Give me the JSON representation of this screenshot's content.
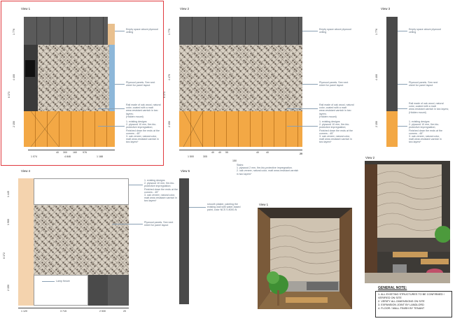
{
  "views": {
    "v1": {
      "title": "View 1"
    },
    "v2": {
      "title": "View 2"
    },
    "v3": {
      "title": "View 3"
    },
    "v4": {
      "title": "View 4"
    },
    "v5": {
      "title": "View 5"
    },
    "r1": {
      "title": "View 1"
    },
    "r2": {
      "title": "View 2"
    }
  },
  "notes": {
    "empty_space": "Empty space above plywood\nceiling",
    "plywood_panels": "Plywood panels. See next\nsheet for panel layout",
    "rail_wood": "Rail made of oak wood, natural\ncolor, coated with a matt\nwear-resistant varnish in two layers;\n(Hidden mount)",
    "existing_designs": "1. existing designs\n2. plywood 10 mm, fire-bio-\nprotective impregnation;\nFinished down the ends at the\ncorners - 45°\n3. oak veneer, natural color,\nmatt wear-resistant varnish in\ntwo layers*",
    "stairs": "Stairs:\n1. plywood 2 mm, fire-bio-protective impregnation.\n2. oak veneer, natural color, matt wear-resistant varnish in two layers*",
    "lamp_fixture": "Lamp fixture",
    "smooth_plaster": "smooth plaster, painting the\nexisting wall with water-based\npaint, color NCS S 8000-N"
  },
  "dims": {
    "v1_bottom": [
      "1 074",
      "4 846",
      "1 188"
    ],
    "v1_bottom2": [
      "40",
      "300",
      "160",
      "40",
      "40",
      "976",
      "160"
    ],
    "v1_left": [
      "1 776",
      "4 400",
      "6 373",
      "2 150"
    ],
    "v2_bottom": [
      "1 500",
      "305",
      "150",
      "20"
    ],
    "v2_bottom2": [
      "40",
      "40",
      "55",
      "40",
      "40",
      "20"
    ],
    "v2_left": [
      "1 776",
      "4 470",
      "6 373",
      "2 150"
    ],
    "v3_left": [
      "1 776",
      "4 400",
      "2 150"
    ],
    "v4_left": [
      "1 445",
      "1 900",
      "6 372",
      "2 150"
    ],
    "v4_bottom": [
      "1 120",
      "3 715",
      "2 530",
      "20"
    ]
  },
  "general_note": {
    "title": "GENERAL NOTE:",
    "items": [
      "1. ALL EXISTING STRUCTURES TO BE CONFIRMED / VERIFIED ON SITE",
      "2. VERIFY ALL DIMENSIONS ON SITE",
      "3. EXPANSION JOINT BY LANDLORD",
      "4. FLOOR / WALL FINISH BY TENANT"
    ]
  },
  "colors": {
    "selection": "#e0393e",
    "orange": "#f3a845",
    "dark_panel": "#4a4a4a",
    "pattern": "#d7cfc2",
    "blue_glass": "#8db7d9"
  }
}
